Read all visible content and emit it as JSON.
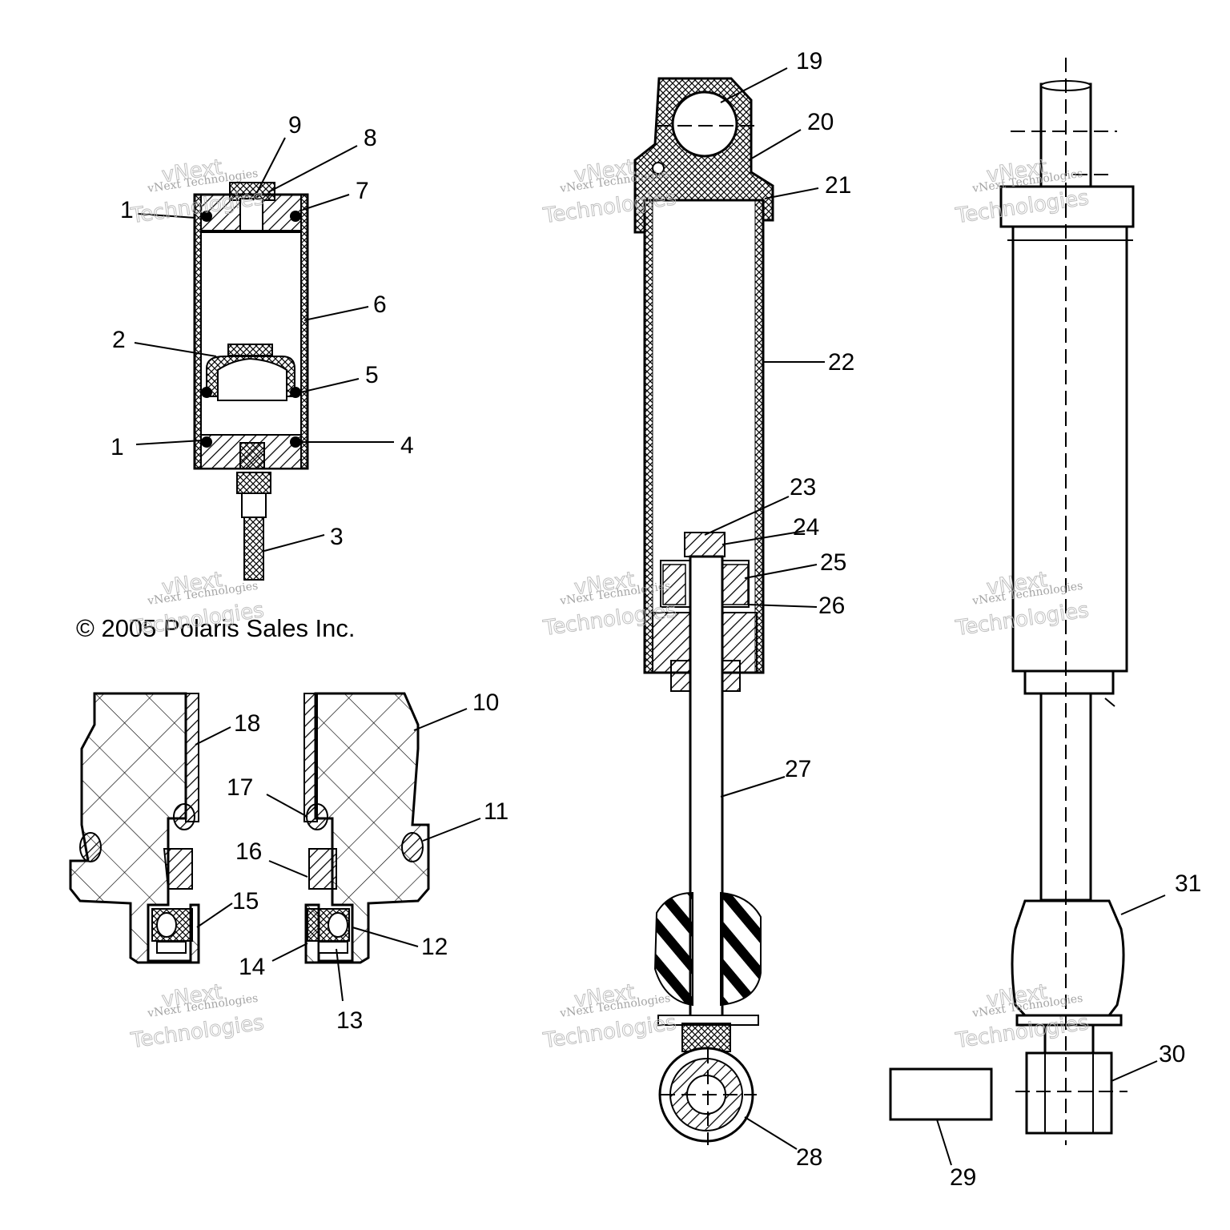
{
  "copyright": "© 2005 Polaris Sales Inc.",
  "watermark": {
    "line1": "vNext Technologies",
    "line2": "vNext",
    "line3": "Technologies"
  },
  "callouts": [
    {
      "id": "1a",
      "text": "1"
    },
    {
      "id": "1b",
      "text": "1"
    },
    {
      "id": "2",
      "text": "2"
    },
    {
      "id": "3",
      "text": "3"
    },
    {
      "id": "4",
      "text": "4"
    },
    {
      "id": "5",
      "text": "5"
    },
    {
      "id": "6",
      "text": "6"
    },
    {
      "id": "7",
      "text": "7"
    },
    {
      "id": "8",
      "text": "8"
    },
    {
      "id": "9",
      "text": "9"
    },
    {
      "id": "10",
      "text": "10"
    },
    {
      "id": "11",
      "text": "11"
    },
    {
      "id": "12",
      "text": "12"
    },
    {
      "id": "13",
      "text": "13"
    },
    {
      "id": "14",
      "text": "14"
    },
    {
      "id": "15",
      "text": "15"
    },
    {
      "id": "16",
      "text": "16"
    },
    {
      "id": "17",
      "text": "17"
    },
    {
      "id": "18",
      "text": "18"
    },
    {
      "id": "19",
      "text": "19"
    },
    {
      "id": "20",
      "text": "20"
    },
    {
      "id": "21",
      "text": "21"
    },
    {
      "id": "22",
      "text": "22"
    },
    {
      "id": "23",
      "text": "23"
    },
    {
      "id": "24",
      "text": "24"
    },
    {
      "id": "25",
      "text": "25"
    },
    {
      "id": "26",
      "text": "26"
    },
    {
      "id": "27",
      "text": "27"
    },
    {
      "id": "28",
      "text": "28"
    },
    {
      "id": "29",
      "text": "29"
    },
    {
      "id": "30",
      "text": "30"
    },
    {
      "id": "31",
      "text": "31"
    }
  ]
}
